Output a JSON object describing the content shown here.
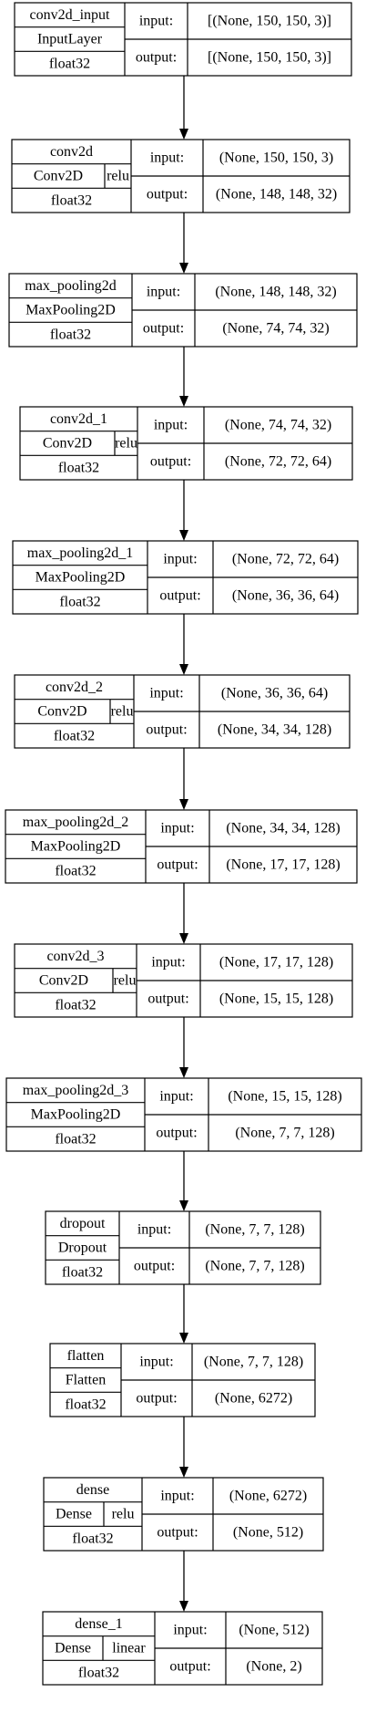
{
  "labels": {
    "input": "input:",
    "output": "output:"
  },
  "layers": [
    {
      "name": "conv2d_input",
      "type": "InputLayer",
      "activation": null,
      "dtype": "float32",
      "input": "[(None, 150, 150, 3)]",
      "output": "[(None, 150, 150, 3)]"
    },
    {
      "name": "conv2d",
      "type": "Conv2D",
      "activation": "relu",
      "dtype": "float32",
      "input": "(None, 150, 150, 3)",
      "output": "(None, 148, 148, 32)"
    },
    {
      "name": "max_pooling2d",
      "type": "MaxPooling2D",
      "activation": null,
      "dtype": "float32",
      "input": "(None, 148, 148, 32)",
      "output": "(None, 74, 74, 32)"
    },
    {
      "name": "conv2d_1",
      "type": "Conv2D",
      "activation": "relu",
      "dtype": "float32",
      "input": "(None, 74, 74, 32)",
      "output": "(None, 72, 72, 64)"
    },
    {
      "name": "max_pooling2d_1",
      "type": "MaxPooling2D",
      "activation": null,
      "dtype": "float32",
      "input": "(None, 72, 72, 64)",
      "output": "(None, 36, 36, 64)"
    },
    {
      "name": "conv2d_2",
      "type": "Conv2D",
      "activation": "relu",
      "dtype": "float32",
      "input": "(None, 36, 36, 64)",
      "output": "(None, 34, 34, 128)"
    },
    {
      "name": "max_pooling2d_2",
      "type": "MaxPooling2D",
      "activation": null,
      "dtype": "float32",
      "input": "(None, 34, 34, 128)",
      "output": "(None, 17, 17, 128)"
    },
    {
      "name": "conv2d_3",
      "type": "Conv2D",
      "activation": "relu",
      "dtype": "float32",
      "input": "(None, 17, 17, 128)",
      "output": "(None, 15, 15, 128)"
    },
    {
      "name": "max_pooling2d_3",
      "type": "MaxPooling2D",
      "activation": null,
      "dtype": "float32",
      "input": "(None, 15, 15, 128)",
      "output": "(None, 7, 7, 128)"
    },
    {
      "name": "dropout",
      "type": "Dropout",
      "activation": null,
      "dtype": "float32",
      "input": "(None, 7, 7, 128)",
      "output": "(None, 7, 7, 128)"
    },
    {
      "name": "flatten",
      "type": "Flatten",
      "activation": null,
      "dtype": "float32",
      "input": "(None, 7, 7, 128)",
      "output": "(None, 6272)"
    },
    {
      "name": "dense",
      "type": "Dense",
      "activation": "relu",
      "dtype": "float32",
      "input": "(None, 6272)",
      "output": "(None, 512)"
    },
    {
      "name": "dense_1",
      "type": "Dense",
      "activation": "linear",
      "dtype": "float32",
      "input": "(None, 512)",
      "output": "(None, 2)"
    }
  ]
}
